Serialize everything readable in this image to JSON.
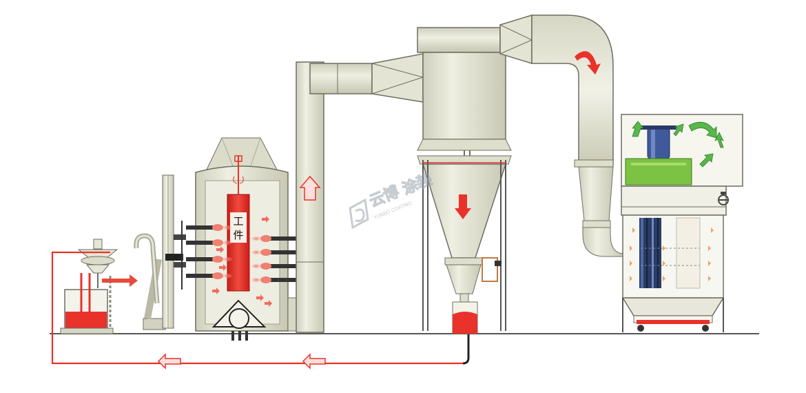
{
  "workpiece": {
    "line1": "工",
    "line2": "件"
  },
  "watermark": {
    "brand": "云博",
    "brand_suffix": "涂装",
    "sub": "YUNBO COATING"
  },
  "colors": {
    "equipment_fill": "#e6e6d6",
    "equipment_stroke": "#6d6d60",
    "powder_red": "#e8322a",
    "airflow_green": "#58b84a",
    "motor_blue": "#3e5a9c",
    "fan_green": "#7cc243",
    "floor_line": "#555555"
  },
  "icons": {
    "up_arrow_chimney": "up-arrow-icon",
    "down_arrow_cyclone": "down-arrow-icon",
    "curved_arrow_duct": "curved-arrow-icon",
    "return_arrows": "left-arrow-icon",
    "airflow_arrows": "green-arrow-icon"
  }
}
